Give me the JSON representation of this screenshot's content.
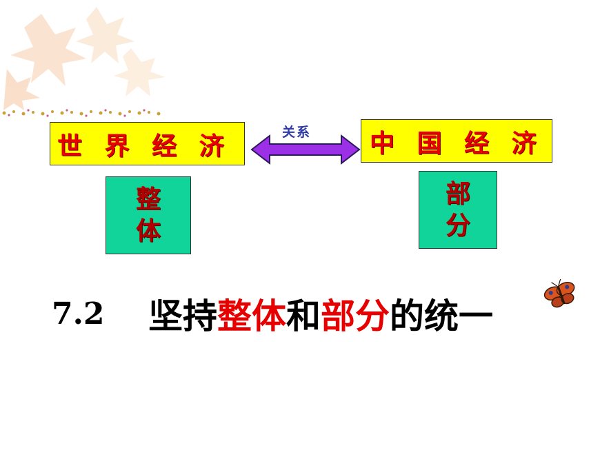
{
  "slide": {
    "left_box": {
      "text": "世 界 经 济"
    },
    "right_box": {
      "text": "中 国 经 济"
    },
    "relation_label": "关系",
    "left_sub": {
      "line1": "整",
      "line2": "体"
    },
    "right_sub": {
      "line1": "部",
      "line2": "分"
    },
    "title": {
      "number": "7.2",
      "part1": "坚持",
      "part2": "整体",
      "part3": "和",
      "part4": "部分",
      "part5": "的统一"
    }
  },
  "colors": {
    "box_yellow": "#ffff00",
    "box_green": "#11d49a",
    "text_red": "#e60000",
    "arrow_purple": "#9b30e6"
  },
  "icons": {
    "top_left": "maple-leaves-decoration",
    "arrow": "double-arrow-icon",
    "bottom_right": "butterfly-icon"
  }
}
